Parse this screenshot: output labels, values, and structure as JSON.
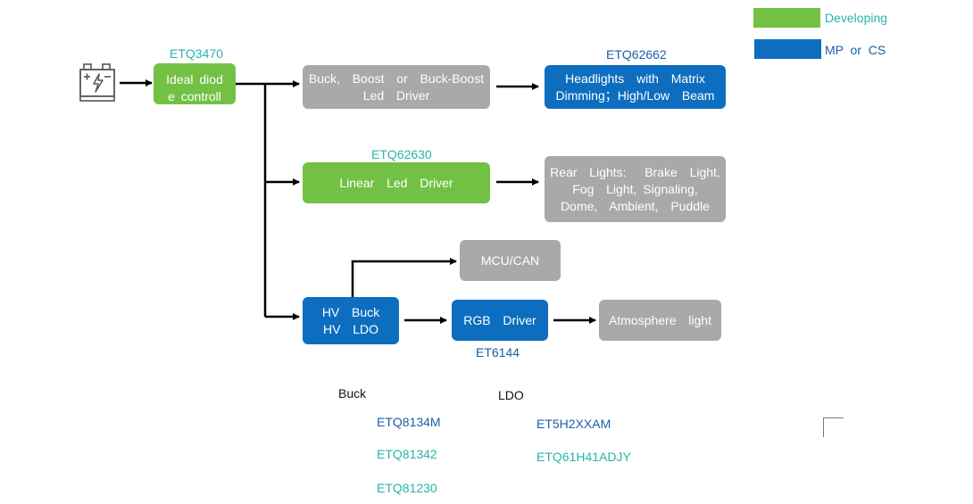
{
  "legend": {
    "developing": {
      "label": "Developing",
      "color": "#72c144"
    },
    "mp_cs": {
      "label": "MP  or  CS",
      "color": "#0d6ebf"
    }
  },
  "battery": {
    "icon": "battery-icon"
  },
  "labels": {
    "etq3470": "ETQ3470",
    "etq62662": "ETQ62662",
    "etq62630": "ETQ62630",
    "et6144": "ET6144"
  },
  "blocks": {
    "ideal_diode": {
      "line1": "Ideal diod",
      "line2": "e controll"
    },
    "buck_boost": {
      "line1": "Buck,  Boost  or  Buck-Boost",
      "line2": "Led  Driver"
    },
    "headlights": {
      "line1": "Headlights  with  Matrix",
      "line2": "Dimming；High/Low  Beam"
    },
    "linear": {
      "line1": "Linear  Led  Driver"
    },
    "rear_lights": {
      "line1": "Rear  Lights:   Brake  Light,",
      "line2": "Fog  Light, Signaling,",
      "line3": "Dome,  Ambient,  Puddle"
    },
    "mcu_can": {
      "line1": "MCU/CAN"
    },
    "hv_buck": {
      "line1": "HV  Buck",
      "line2": "HV  LDO"
    },
    "rgb": {
      "line1": "RGB  Driver"
    },
    "atmosphere": {
      "line1": "Atmosphere  light"
    }
  },
  "buck_list": {
    "title": "Buck",
    "items": [
      "ETQ8134M",
      "ETQ81342",
      "ETQ81230"
    ]
  },
  "ldo_list": {
    "title": "LDO",
    "items": [
      "ET5H2XXAM",
      "ETQ61H41ADJY"
    ]
  }
}
